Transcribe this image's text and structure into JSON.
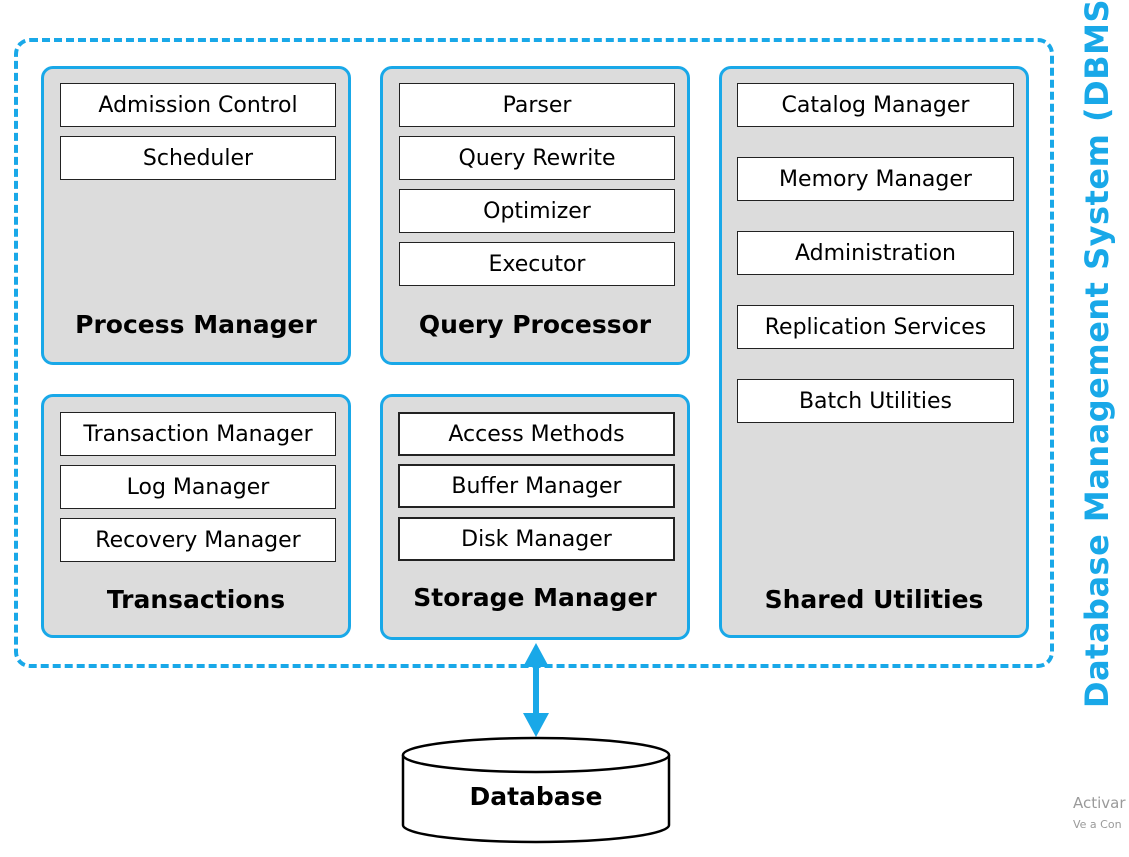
{
  "dbms_title": "Database Management System (DBMS)",
  "panels": {
    "process_manager": {
      "title": "Process Manager",
      "components": [
        "Admission Control",
        "Scheduler"
      ]
    },
    "query_processor": {
      "title": "Query Processor",
      "components": [
        "Parser",
        "Query Rewrite",
        "Optimizer",
        "Executor"
      ]
    },
    "shared_utilities": {
      "title": "Shared Utilities",
      "components": [
        "Catalog Manager",
        "Memory Manager",
        "Administration",
        "Replication Services",
        "Batch Utilities"
      ]
    },
    "transactions": {
      "title": "Transactions",
      "components": [
        "Transaction Manager",
        "Log Manager",
        "Recovery Manager"
      ]
    },
    "storage_manager": {
      "title": "Storage Manager",
      "components": [
        "Access Methods",
        "Buffer Manager",
        "Disk Manager"
      ]
    }
  },
  "database_label": "Database",
  "watermark": {
    "line1": "Activar",
    "line2": "Ve a Con"
  },
  "colors": {
    "accent": "#19a8e8",
    "panel_fill": "#dcdcdc"
  }
}
